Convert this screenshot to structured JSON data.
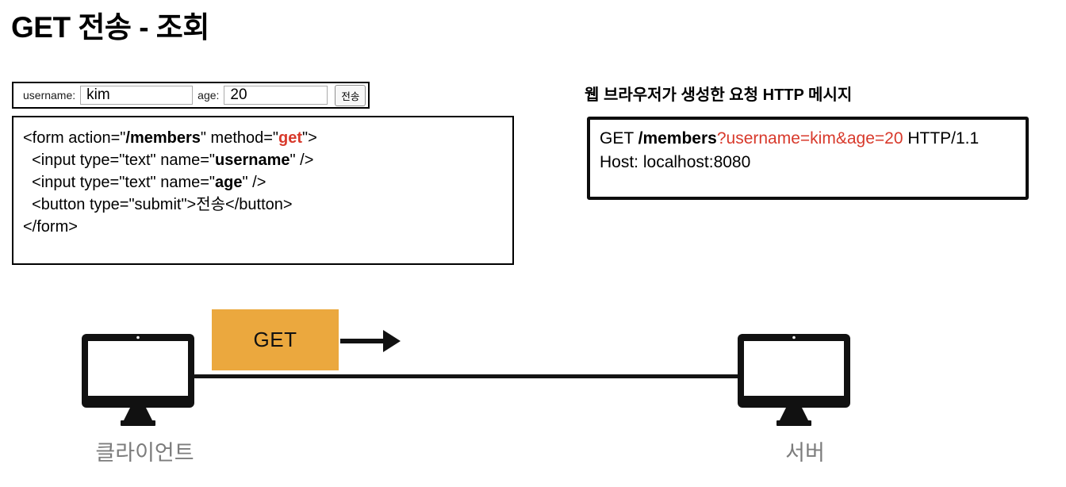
{
  "title": "GET 전송 - 조회",
  "form_preview": {
    "username_label": "username:",
    "username_value": "kim",
    "age_label": "age:",
    "age_value": "20",
    "submit_label": "전송"
  },
  "code_box": {
    "l1a": "<form action=\"",
    "l1b": "/members",
    "l1c": "\" method=\"",
    "l1d": "get",
    "l1e": "\">",
    "l2a": "  <input type=\"text\" name=\"",
    "l2b": "username",
    "l2c": "\" />",
    "l3a": "  <input type=\"text\" name=\"",
    "l3b": "age",
    "l3c": "\" />",
    "l4": "  <button type=\"submit\">전송</button>",
    "l5": "</form>"
  },
  "http_message": {
    "heading": "웹 브라우저가 생성한 요청 HTTP 메시지",
    "l1a": "GET ",
    "l1b": "/members",
    "l1c": "?username=kim&age=20",
    "l1d": " HTTP/1.1",
    "l2": "Host: localhost:8080"
  },
  "diagram": {
    "get_label": "GET",
    "client_label": "클라이언트",
    "server_label": "서버",
    "icons": {
      "client": "monitor-icon",
      "server": "monitor-icon",
      "arrow": "arrow-right-icon"
    }
  },
  "colors": {
    "accent_orange": "#EBA83E",
    "code_red": "#D8392B",
    "label_gray": "#7C7C7C"
  }
}
